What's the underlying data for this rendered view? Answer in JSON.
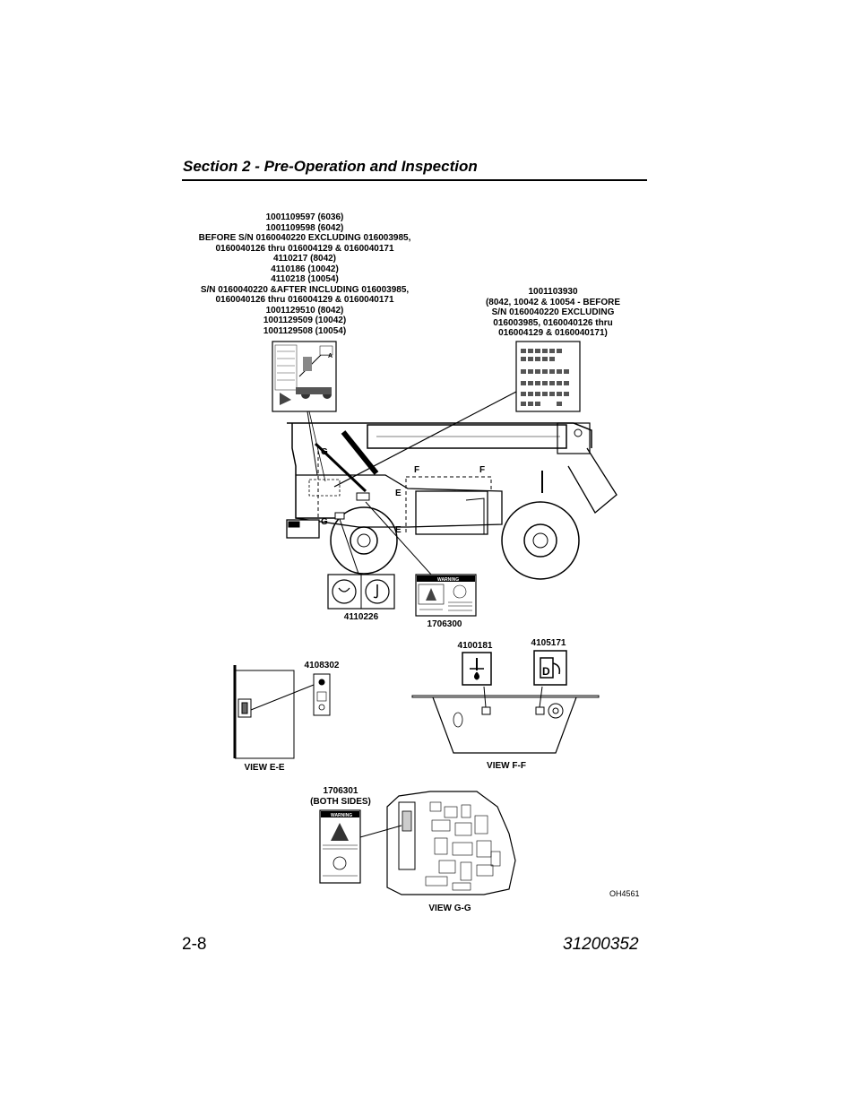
{
  "header": {
    "title": "Section 2 - Pre-Operation and Inspection"
  },
  "labels": {
    "decal_6036_group": [
      "1001109597 (6036)",
      "1001109598 (6042)",
      "BEFORE S/N 0160040220 EXCLUDING 016003985,",
      "0160040126 thru 016004129 & 0160040171",
      "4110217 (8042)",
      "4110186 (10042)",
      "4110218 (10054)",
      "S/N 0160040220 &AFTER INCLUDING 016003985,",
      "0160040126 thru 016004129 & 0160040171",
      "1001129510 (8042)",
      "1001129509 (10042)",
      "1001129508 (10054)"
    ],
    "decal_1001103930_group": [
      "1001103930",
      "(8042, 10042 & 10054 - BEFORE",
      "S/N 0160040220 EXCLUDING",
      "016003985, 0160040126 thru",
      "016004129 & 0160040171)"
    ],
    "part_4110226": "4110226",
    "part_1706300": "1706300",
    "part_4108302": "4108302",
    "part_4100181": "4100181",
    "part_4105171": "4105171",
    "part_1706301": [
      "1706301",
      "(BOTH SIDES)"
    ],
    "view_e": "VIEW E-E",
    "view_f": "VIEW F-F",
    "view_g": "VIEW G-G",
    "figure_id": "OH4561",
    "section_markers": {
      "g": "G",
      "e": "E",
      "f": "F"
    },
    "decal_text": {
      "warning": "WARNING",
      "fuel_letter": "D",
      "a_letter": "A"
    }
  },
  "footer": {
    "page": "2-8",
    "doc_number": "31200352"
  }
}
